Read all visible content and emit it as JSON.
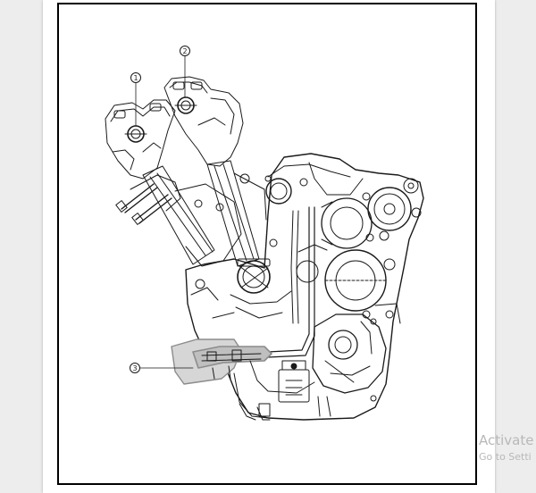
{
  "diagram": {
    "callouts": [
      {
        "number": "1"
      },
      {
        "number": "2"
      },
      {
        "number": "3"
      }
    ],
    "colors": {
      "line": "#1a1a1a",
      "highlight": "#8c8c8c",
      "highlight_fill": "#bfbfbf",
      "panel": "#d6d6d6"
    }
  },
  "watermark": {
    "title": "Activate",
    "subtitle": "Go to Setti"
  }
}
